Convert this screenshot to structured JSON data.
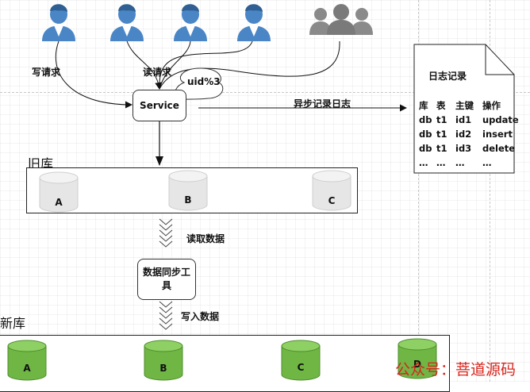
{
  "requests": {
    "write_label": "写请求",
    "read_label": "读请求"
  },
  "service": {
    "label": "Service",
    "shard_bubble": "uid%3"
  },
  "async_log": {
    "arrow_label": "异步记录日志",
    "doc_title": "日志记录",
    "columns": [
      "库",
      "表",
      "主键",
      "操作"
    ],
    "rows": [
      [
        "db",
        "t1",
        "id1",
        "update"
      ],
      [
        "db",
        "t1",
        "id2",
        "insert"
      ],
      [
        "db",
        "t1",
        "id3",
        "delete"
      ],
      [
        "…",
        "…",
        "…",
        "…"
      ]
    ]
  },
  "old_db": {
    "title": "旧库",
    "nodes": [
      "A",
      "B",
      "C"
    ]
  },
  "sync": {
    "read_label": "读取数据",
    "tool_label": "数据同步工具",
    "write_label": "写入数据"
  },
  "new_db": {
    "title": "新库",
    "nodes": [
      "A",
      "B",
      "C",
      "D"
    ]
  },
  "watermark": "公众号：菩道源码",
  "colors": {
    "user_blue": "#4a86c6",
    "user_gray": "#8a8a8a",
    "old_db_fill": "#e6e6e6",
    "new_db_fill": "#6fb644",
    "watermark_red": "#d9251c"
  }
}
